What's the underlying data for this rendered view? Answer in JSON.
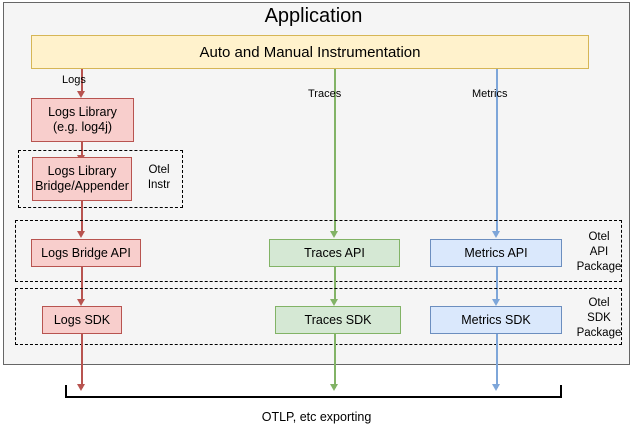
{
  "diagram": {
    "title": "Application",
    "nodes": {
      "instrumentation": "Auto and Manual Instrumentation",
      "logs_library": "Logs Library\n(e.g. log4j)",
      "logs_bridge_appender": "Logs Library\nBridge/Appender",
      "logs_bridge_api": "Logs Bridge API",
      "traces_api": "Traces API",
      "metrics_api": "Metrics API",
      "logs_sdk": "Logs SDK",
      "traces_sdk": "Traces SDK",
      "metrics_sdk": "Metrics SDK"
    },
    "groups": {
      "otel_instr": "Otel\nInstr",
      "otel_api_package": "Otel\nAPI\nPackage",
      "otel_sdk_package": "Otel\nSDK\nPackage"
    },
    "edge_labels": {
      "logs": "Logs",
      "traces": "Traces",
      "metrics": "Metrics"
    },
    "export_label": "OTLP, etc exporting",
    "colors": {
      "logs": "#b85450",
      "logs_fill": "#f8cecc",
      "traces": "#82b366",
      "traces_fill": "#d5e8d4",
      "metrics": "#6c8ebf",
      "metrics_fill": "#dae8fc",
      "instrumentation": "#d6b656",
      "instrumentation_fill": "#fff2cc",
      "frame": "#666666",
      "frame_fill": "#f5f5f5"
    }
  }
}
